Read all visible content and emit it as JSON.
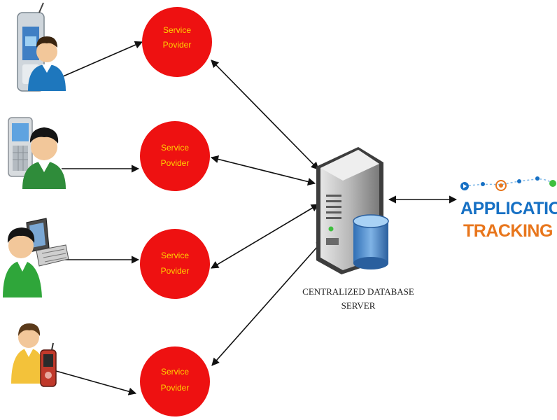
{
  "service_providers": [
    {
      "line1": "Service",
      "line2": "Povider"
    },
    {
      "line1": "Service",
      "line2": "Povider"
    },
    {
      "line1": "Service",
      "line2": "Povider"
    },
    {
      "line1": "Service",
      "line2": "Povider"
    }
  ],
  "server": {
    "label_line1": "CENTRALIZED DATABASE",
    "label_line2": "SERVER"
  },
  "app_tracking": {
    "word1": "APPLICATION",
    "word2": "TRACKING"
  },
  "users": [
    {
      "icon": "mobile-user-icon"
    },
    {
      "icon": "phone-user-icon"
    },
    {
      "icon": "laptop-user-icon"
    },
    {
      "icon": "handheld-user-icon"
    }
  ],
  "colors": {
    "provider_fill": "#ee1111",
    "provider_text": "#ffd400",
    "app_blue": "#1670c4",
    "app_orange": "#e8761c"
  }
}
